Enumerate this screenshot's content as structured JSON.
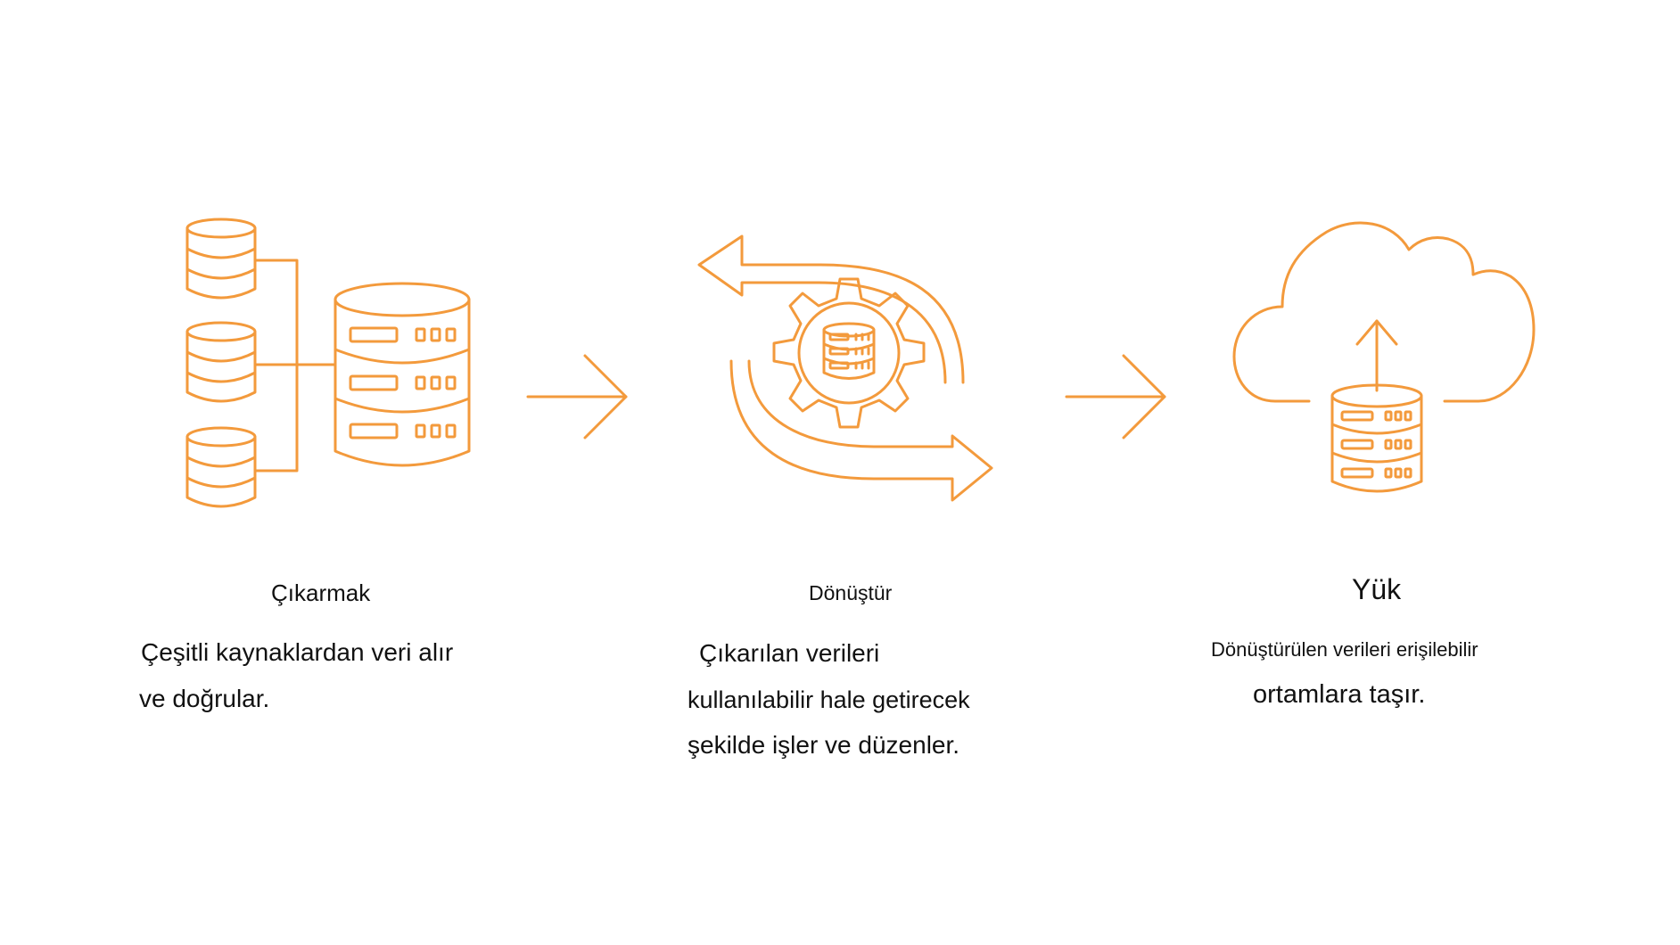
{
  "colors": {
    "accent": "#f39a3c",
    "text": "#111111",
    "background": "#ffffff"
  },
  "steps": [
    {
      "icon": "database-merge-icon",
      "title": "Çıkarmak",
      "description": [
        "Çeşitli kaynaklardan veri alır",
        "ve doğrular."
      ]
    },
    {
      "icon": "gear-cycle-database-icon",
      "title": "Dönüştür",
      "description": [
        "Çıkarılan verileri",
        "kullanılabilir hale getirecek",
        "şekilde işler ve düzenler."
      ]
    },
    {
      "icon": "cloud-upload-database-icon",
      "title": "Yük",
      "description": [
        "Dönüştürülen verileri erişilebilir",
        "ortamlara taşır."
      ]
    }
  ],
  "connectors": [
    "arrow-right-icon",
    "arrow-right-icon"
  ]
}
